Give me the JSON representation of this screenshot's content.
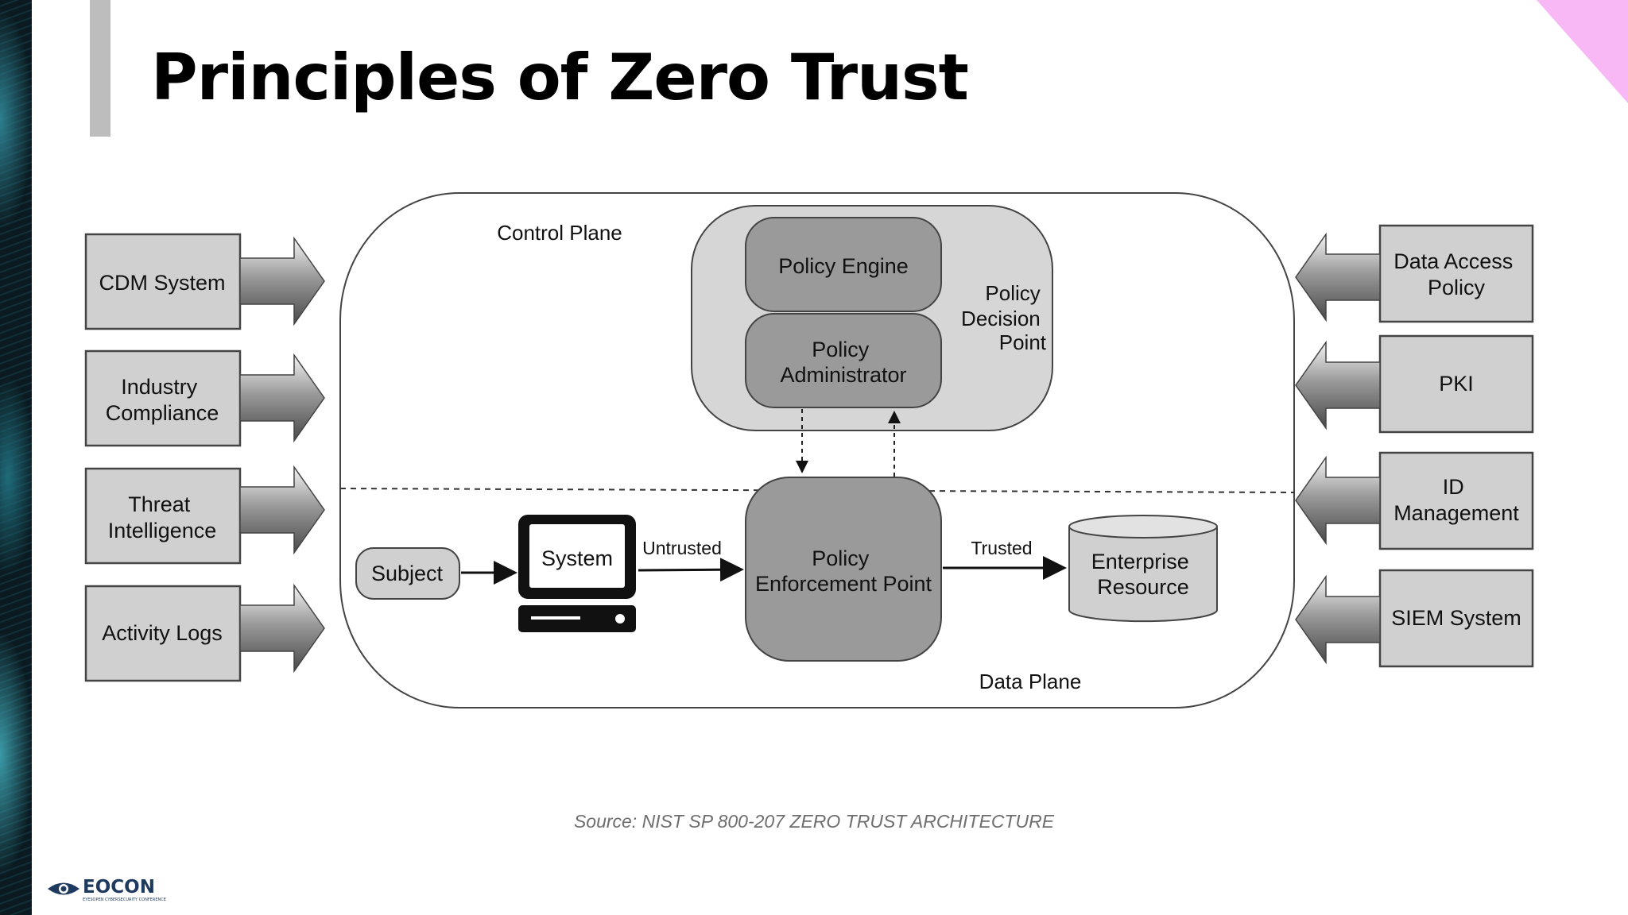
{
  "slide": {
    "title": "Principles of Zero Trust",
    "source": "Source: NIST SP 800-207  ZERO TRUST ARCHITECTURE"
  },
  "diagram": {
    "control_plane": "Control Plane",
    "data_plane": "Data Plane",
    "policy_decision_point": [
      "Policy",
      "Decision",
      "Point"
    ],
    "policy_engine": "Policy Engine",
    "policy_administrator": [
      "Policy",
      "Administrator"
    ],
    "policy_enforcement_point": [
      "Policy",
      "Enforcement Point"
    ],
    "subject": "Subject",
    "system": "System",
    "untrusted": "Untrusted",
    "trusted": "Trusted",
    "enterprise_resource": [
      "Enterprise",
      "Resource"
    ],
    "inputs_left": [
      [
        "CDM System"
      ],
      [
        "Industry",
        "Compliance"
      ],
      [
        "Threat",
        "Intelligence"
      ],
      [
        "Activity Logs"
      ]
    ],
    "inputs_right": [
      [
        "Data Access",
        "Policy"
      ],
      [
        "PKI"
      ],
      [
        "ID",
        "Management"
      ],
      [
        "SIEM System"
      ]
    ]
  },
  "logo": {
    "name": "EOCON",
    "subtitle": "EYESOPEN CYBERSECURITY CONFERENCE"
  },
  "colors": {
    "box_fill": "#d0d0d0",
    "dark_fill": "#9a9a9a",
    "pdp_fill": "#d6d6d6",
    "corner_accent": "#f7b8f5",
    "logo": "#1e3a5f"
  }
}
